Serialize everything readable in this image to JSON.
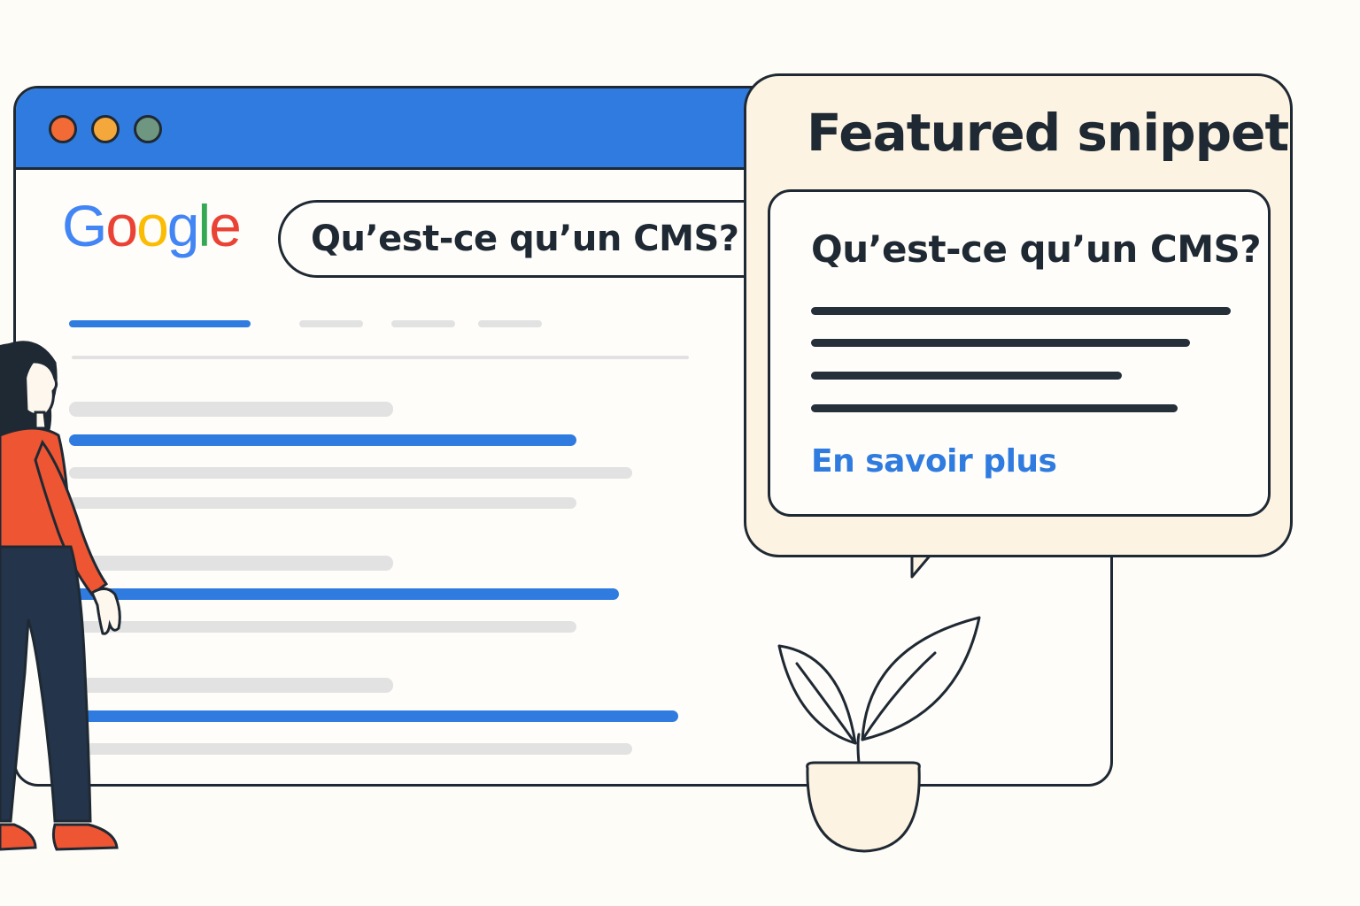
{
  "browser": {
    "traffic_lights": {
      "close_color": "#F26A35",
      "minimize_color": "#F4A73A",
      "zoom_color": "#6E9680"
    },
    "titlebar_color": "#2F7BDF"
  },
  "google_logo": {
    "letters": [
      "G",
      "o",
      "o",
      "g",
      "l",
      "e"
    ],
    "colors": [
      "#4285F4",
      "#EA4335",
      "#FBBC05",
      "#4285F4",
      "#34A853",
      "#EA4335"
    ]
  },
  "search": {
    "query": "Qu’est-ce qu’un CMS?"
  },
  "snippet": {
    "title": "Featured snippet",
    "question": "Qu’est-ce qu’un CMS?",
    "link_label": "En savoir plus"
  },
  "palette": {
    "accent_blue": "#2F7BDF",
    "outline": "#1F2933",
    "snippet_background": "#FCF3E2",
    "skeleton_grey": "#E2E2E2",
    "person_top": "#EE5533",
    "person_pants": "#24344A"
  },
  "icons": [
    "window-close-dot-icon",
    "window-minimize-dot-icon",
    "window-zoom-dot-icon",
    "plant-icon",
    "person-illustration"
  ]
}
